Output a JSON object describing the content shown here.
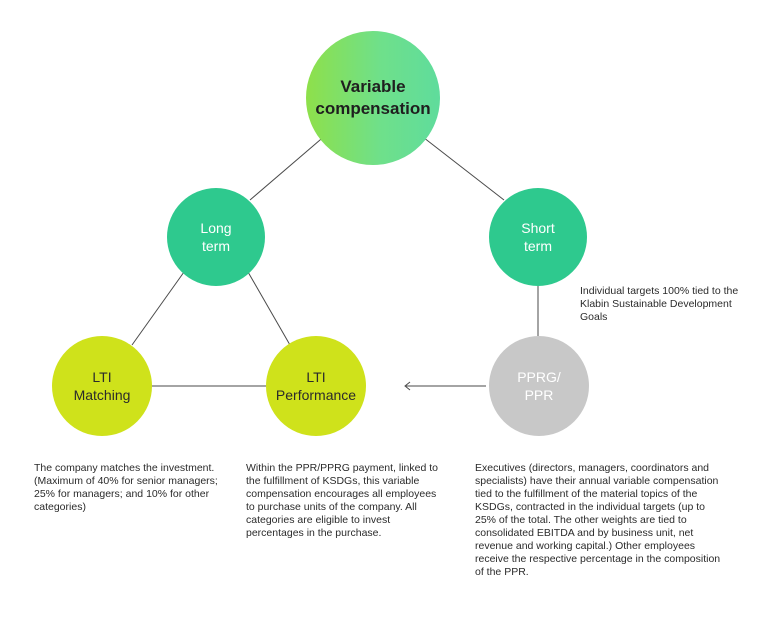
{
  "nodes": {
    "variable_compensation": "Variable\ncompensation",
    "long_term": "Long\nterm",
    "short_term": "Short\nterm",
    "lti_matching": "LTI\nMatching",
    "lti_performance": "LTI\nPerformance",
    "pprg_ppr": "PPRG/\nPPR"
  },
  "descriptions": {
    "short_term_note": "Individual targets 100% tied to the Klabin Sustainable Development Goals",
    "lti_matching": "The company matches the investment. (Maximum of 40% for senior managers; 25% for managers; and 10% for other categories)",
    "lti_performance": "Within the PPR/PPRG payment, linked to the fulfillment of KSDGs, this variable compensation encourages all employees to purchase units of the company. All categories are eligible to invest percentages in the purchase.",
    "pprg_ppr": "Executives (directors, managers, coordinators and specialists) have their annual variable compensation tied to the fulfillment of the material topics of the KSDGs, contracted in the individual targets (up to 25% of the total. The other weights are tied to consolidated EBITDA and by business unit, net revenue and working capital.) Other employees receive the respective percentage in the composition of the PPR."
  },
  "colors": {
    "gradient_start": "#8ee04a",
    "gradient_end": "#5fdc9c",
    "term_green": "#2ec98e",
    "lti_lime": "#cfe21b",
    "pprg_gray": "#c8c8c8",
    "connector": "#4a4a4a"
  }
}
